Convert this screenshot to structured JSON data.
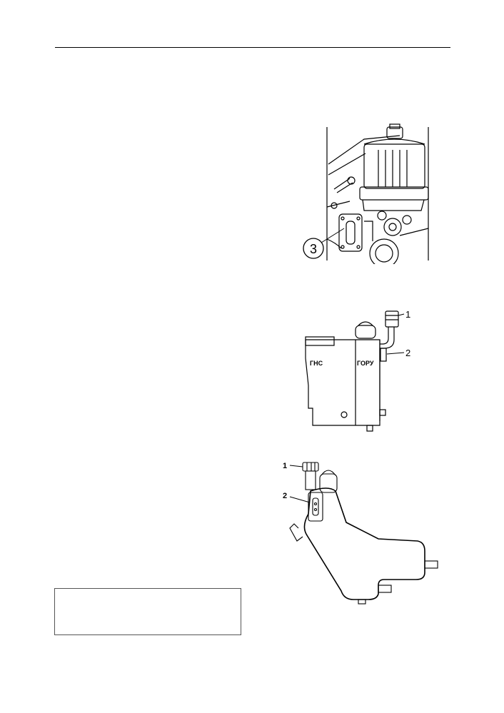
{
  "figure1": {
    "callouts": [
      "3"
    ]
  },
  "figure2": {
    "callouts": [
      "1",
      "2"
    ],
    "tank_labels": [
      "ГНС",
      "ГОРУ"
    ]
  },
  "figure3": {
    "callouts": [
      "1",
      "2"
    ]
  }
}
